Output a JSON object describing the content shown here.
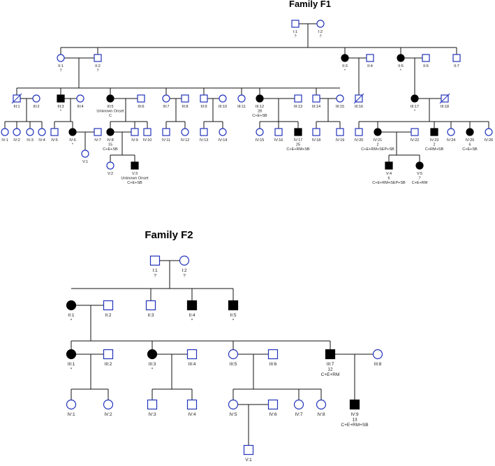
{
  "colors": {
    "unaffected": "#2233bb",
    "affected": "#000000",
    "line": "#111111"
  },
  "families": [
    {
      "title": "Family F1",
      "people": [
        {
          "id": "I:1",
          "sex": "m",
          "notes": [
            "?"
          ]
        },
        {
          "id": "I:2",
          "sex": "f",
          "notes": [
            "?"
          ]
        },
        {
          "id": "II:1",
          "sex": "f",
          "notes": [
            "?"
          ]
        },
        {
          "id": "II:2",
          "sex": "m",
          "notes": [
            "?"
          ]
        },
        {
          "id": "II:3",
          "sex": "f",
          "affected": true,
          "notes": [
            "*"
          ]
        },
        {
          "id": "II:4",
          "sex": "m"
        },
        {
          "id": "II:5",
          "sex": "f",
          "affected": true,
          "notes": [
            "*"
          ]
        },
        {
          "id": "II:6",
          "sex": "m"
        },
        {
          "id": "II:7",
          "sex": "m"
        },
        {
          "id": "III:1",
          "sex": "m",
          "deceased": true
        },
        {
          "id": "III:2",
          "sex": "f"
        },
        {
          "id": "III:3",
          "sex": "m",
          "affected": true,
          "notes": [
            "*"
          ]
        },
        {
          "id": "III:4",
          "sex": "f"
        },
        {
          "id": "III:5",
          "sex": "f",
          "affected": true,
          "notes": [
            "Unknown Onset",
            "C"
          ]
        },
        {
          "id": "III:6",
          "sex": "m"
        },
        {
          "id": "III:7",
          "sex": "f"
        },
        {
          "id": "III:8",
          "sex": "m"
        },
        {
          "id": "III:9",
          "sex": "m"
        },
        {
          "id": "III:10",
          "sex": "f"
        },
        {
          "id": "III:11",
          "sex": "f"
        },
        {
          "id": "III:12",
          "sex": "f",
          "affected": true,
          "notes": [
            "28",
            "C+E+SB"
          ]
        },
        {
          "id": "III:13",
          "sex": "m"
        },
        {
          "id": "III:14",
          "sex": "m"
        },
        {
          "id": "III:15",
          "sex": "f"
        },
        {
          "id": "III:16",
          "sex": "m",
          "deceased": true
        },
        {
          "id": "III:17",
          "sex": "f",
          "affected": true,
          "notes": [
            "*"
          ]
        },
        {
          "id": "III:18",
          "sex": "m",
          "deceased": true
        },
        {
          "id": "IV:1",
          "sex": "f"
        },
        {
          "id": "IV:2",
          "sex": "f"
        },
        {
          "id": "IV:3",
          "sex": "f"
        },
        {
          "id": "IV:4",
          "sex": "f"
        },
        {
          "id": "IV:5",
          "sex": "m"
        },
        {
          "id": "IV:6",
          "sex": "f",
          "affected": true,
          "notes": [
            "*"
          ]
        },
        {
          "id": "IV:7",
          "sex": "m"
        },
        {
          "id": "IV:8",
          "sex": "f",
          "affected": true,
          "notes": [
            "15",
            "C+E+SB"
          ]
        },
        {
          "id": "IV:9",
          "sex": "m"
        },
        {
          "id": "IV:10",
          "sex": "m"
        },
        {
          "id": "IV:11",
          "sex": "m"
        },
        {
          "id": "IV:12",
          "sex": "f"
        },
        {
          "id": "IV:13",
          "sex": "m"
        },
        {
          "id": "IV:14",
          "sex": "f"
        },
        {
          "id": "IV:15",
          "sex": "f"
        },
        {
          "id": "IV:16",
          "sex": "m"
        },
        {
          "id": "IV:17",
          "sex": "m",
          "affected": true,
          "notes": [
            "25",
            "C+E+RM+SB"
          ]
        },
        {
          "id": "IV:18",
          "sex": "m"
        },
        {
          "id": "IV:19",
          "sex": "m"
        },
        {
          "id": "IV:20",
          "sex": "m"
        },
        {
          "id": "IV:21",
          "sex": "f",
          "affected": true,
          "notes": [
            "2",
            "C+E+RM+SEP+SB"
          ]
        },
        {
          "id": "IV:22",
          "sex": "m"
        },
        {
          "id": "IV:23",
          "sex": "m",
          "affected": true,
          "notes": [
            "2",
            "C+RM+SB"
          ]
        },
        {
          "id": "IV:24",
          "sex": "f"
        },
        {
          "id": "IV:25",
          "sex": "f",
          "affected": true,
          "notes": [
            "6",
            "C+E+SB"
          ]
        },
        {
          "id": "IV:26",
          "sex": "f"
        },
        {
          "id": "V:1",
          "sex": "f"
        },
        {
          "id": "V:2",
          "sex": "f"
        },
        {
          "id": "V:3",
          "sex": "m",
          "affected": true,
          "notes": [
            "Unknown Onset",
            "C+E+SB"
          ]
        },
        {
          "id": "V:4",
          "sex": "m",
          "affected": true,
          "notes": [
            "6",
            "C+E+RM+SEP+SB"
          ]
        },
        {
          "id": "V:5",
          "sex": "f",
          "affected": true,
          "notes": [
            "7",
            "C+E+RM"
          ]
        }
      ]
    },
    {
      "title": "Family F2",
      "people": [
        {
          "id": "I:1",
          "sex": "m",
          "notes": [
            "?"
          ]
        },
        {
          "id": "I:2",
          "sex": "f",
          "notes": [
            "?"
          ]
        },
        {
          "id": "II:1",
          "sex": "f",
          "affected": true,
          "notes": [
            "*"
          ]
        },
        {
          "id": "II:2",
          "sex": "m"
        },
        {
          "id": "II:3",
          "sex": "m"
        },
        {
          "id": "II:4",
          "sex": "m",
          "affected": true,
          "notes": [
            "*"
          ]
        },
        {
          "id": "II:5",
          "sex": "m",
          "affected": true,
          "notes": [
            "*"
          ]
        },
        {
          "id": "III:1",
          "sex": "f",
          "affected": true,
          "notes": [
            "*"
          ]
        },
        {
          "id": "III:2",
          "sex": "m"
        },
        {
          "id": "III:3",
          "sex": "f",
          "affected": true,
          "notes": [
            "*"
          ]
        },
        {
          "id": "III:4",
          "sex": "m"
        },
        {
          "id": "III:5",
          "sex": "f"
        },
        {
          "id": "III:6",
          "sex": "m"
        },
        {
          "id": "III:7",
          "sex": "m",
          "affected": true,
          "notes": [
            "12",
            "C+E+RM"
          ]
        },
        {
          "id": "III:8",
          "sex": "f"
        },
        {
          "id": "IV:1",
          "sex": "f"
        },
        {
          "id": "IV:2",
          "sex": "f"
        },
        {
          "id": "IV:3",
          "sex": "m"
        },
        {
          "id": "IV:4",
          "sex": "m"
        },
        {
          "id": "IV:5",
          "sex": "f"
        },
        {
          "id": "IV:6",
          "sex": "m"
        },
        {
          "id": "IV:7",
          "sex": "f"
        },
        {
          "id": "IV:8",
          "sex": "f"
        },
        {
          "id": "IV:9",
          "sex": "m",
          "affected": true,
          "notes": [
            "13",
            "C+E+RM+SB"
          ]
        },
        {
          "id": "V:1",
          "sex": "m"
        }
      ]
    }
  ]
}
